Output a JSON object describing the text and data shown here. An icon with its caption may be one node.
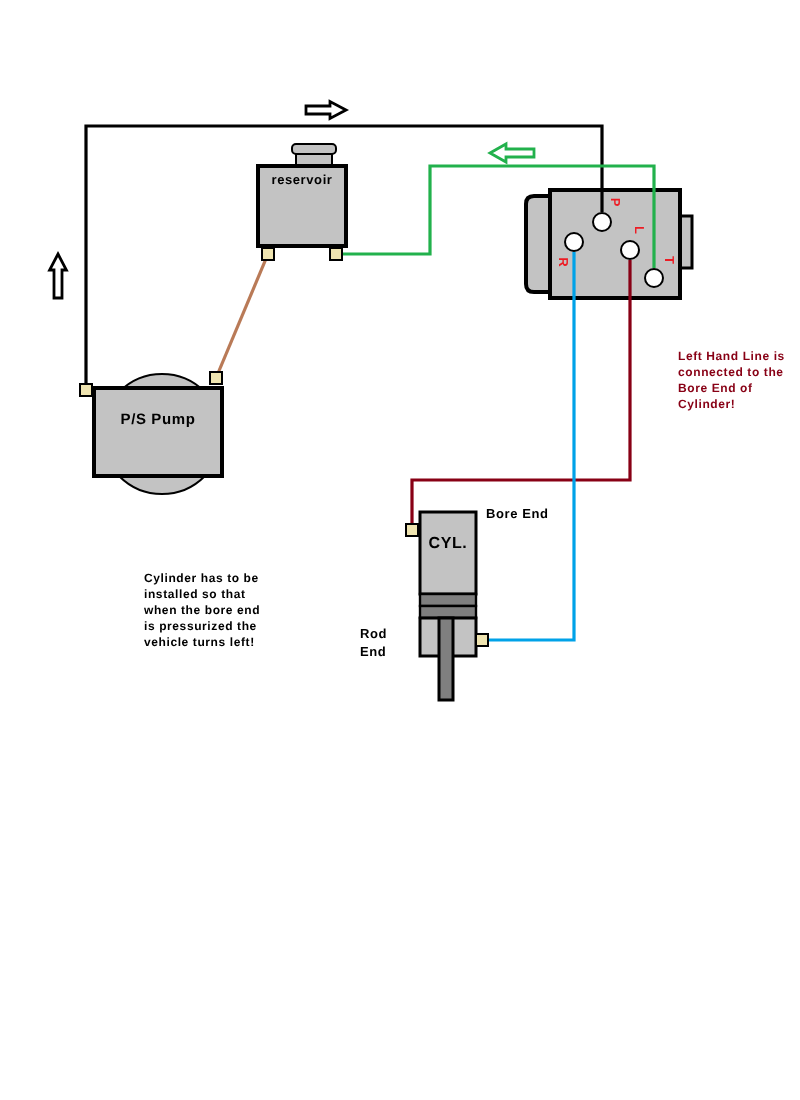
{
  "diagram": {
    "nodes": [
      {
        "text": [
          "reservoir"
        ]
      },
      {
        "text": [],
        "shape": "box"
      },
      {
        "text": [],
        "shape": "circle",
        "beside": [
          "P"
        ],
        "in": 1
      },
      {
        "text": [],
        "shape": "circle",
        "beside": [
          "R"
        ],
        "in": 1
      },
      {
        "text": [],
        "shape": "circle",
        "beside": [
          "L"
        ],
        "in": 1
      },
      {
        "text": [],
        "shape": "circle",
        "beside": [
          "T"
        ],
        "in": 1
      },
      {
        "text": [
          "P/S Pump"
        ]
      },
      {
        "text": [
          "CYL."
        ],
        "beside": [
          "Bore End",
          "Rod End"
        ]
      }
    ],
    "edges": [
      {
        "from": 6,
        "to": 2,
        "arrow": "other"
      },
      {
        "from": 0,
        "to": 6,
        "arrow": "other",
        "color": "#b97a57"
      },
      {
        "from": 5,
        "to": 0,
        "arrow": "other",
        "color": "#22b14c"
      },
      {
        "from": 4,
        "to": 7,
        "arrow": "other",
        "color": "#880015"
      },
      {
        "from": 3,
        "to": 7,
        "arrow": "other",
        "color": "#00a2e8"
      }
    ],
    "labels": [
      "Left Hand Line is connected to the Bore End of Cylinder!",
      "Cylinder has to be installed so that when the bore end is pressurized the vehicle turns left!"
    ]
  }
}
